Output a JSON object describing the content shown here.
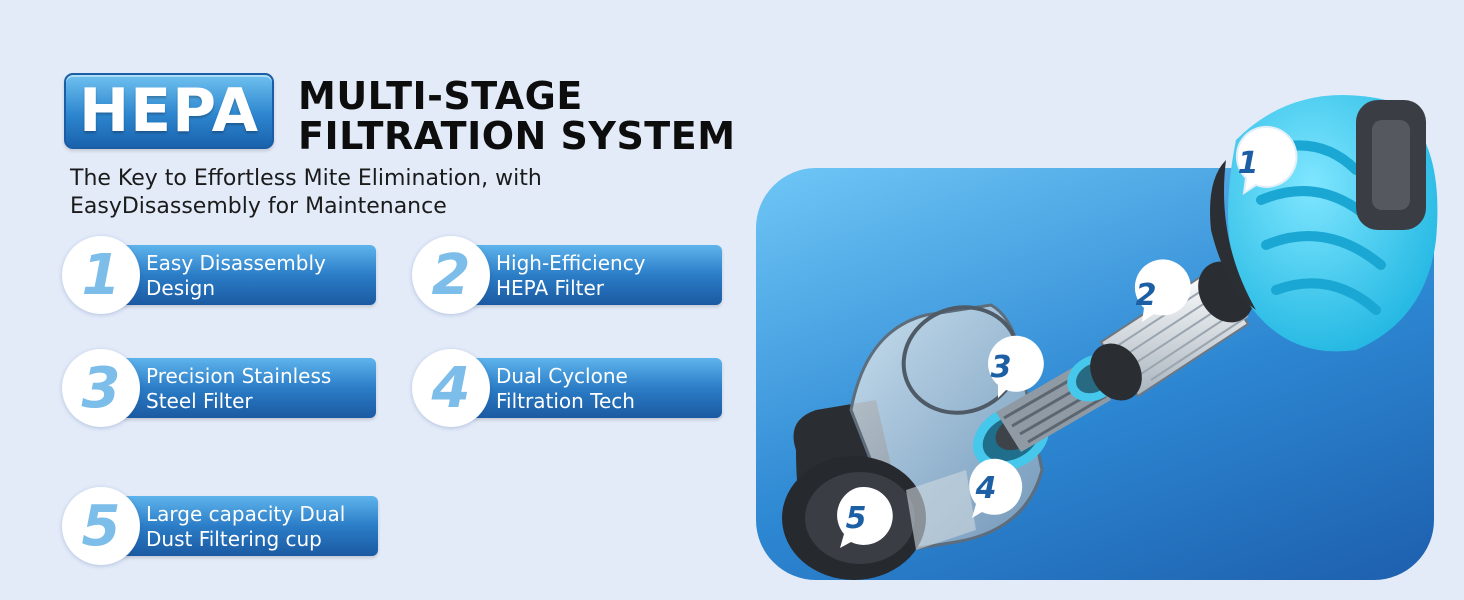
{
  "header": {
    "badge": "HEPA",
    "title_line1": "MULTI-STAGE",
    "title_line2": "FILTRATION SYSTEM",
    "subtitle_line1": "The Key to Effortless Mite Elimination, with",
    "subtitle_line2": "EasyDisassembly for Maintenance"
  },
  "features": [
    {
      "number": "1",
      "line1": "Easy Disassembly",
      "line2": "Design"
    },
    {
      "number": "2",
      "line1": "High-Efficiency",
      "line2": "HEPA Filter"
    },
    {
      "number": "3",
      "line1": "Precision Stainless",
      "line2": "Steel Filter"
    },
    {
      "number": "4",
      "line1": "Dual Cyclone",
      "line2": "Filtration Tech"
    },
    {
      "number": "5",
      "line1": "Large capacity Dual",
      "line2": "Dust Filtering cup"
    }
  ],
  "callouts": [
    "1",
    "2",
    "3",
    "4",
    "5"
  ],
  "colors": {
    "background": "#e3ebf9",
    "badge_blue": "#2d86cf",
    "accent_cyan": "#45c8ec",
    "number_blue": "#7dbde9",
    "callout_text": "#1d5fa5"
  }
}
